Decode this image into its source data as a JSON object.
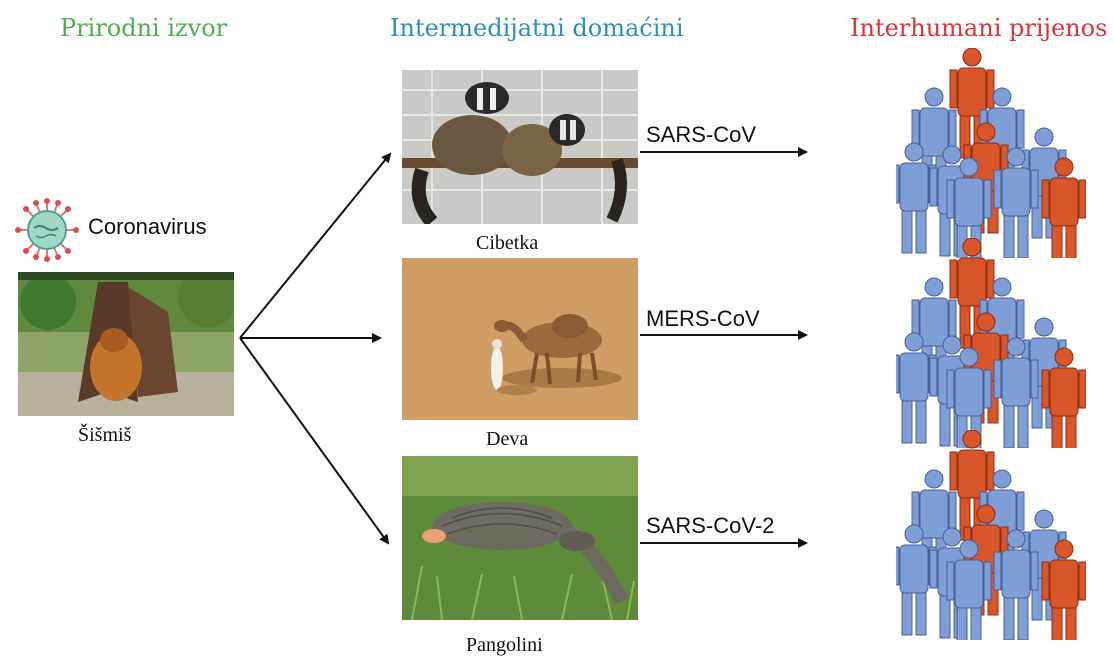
{
  "headers": {
    "source": "Prirodni izvor",
    "hosts": "Intermedijatni domaćini",
    "human": "Interhumani prijenos"
  },
  "source": {
    "virus_label": "Coronavirus",
    "animal_caption": "Šišmiš"
  },
  "hosts": [
    {
      "caption": "Cibetka",
      "virus": "SARS-CoV"
    },
    {
      "caption": "Deva",
      "virus": "MERS-CoV"
    },
    {
      "caption": "Pangolini",
      "virus": "SARS-CoV-2"
    }
  ],
  "colors": {
    "source_header": "#4caf50",
    "hosts_header": "#2b8fbf",
    "human_header": "#d8343a",
    "person_blue": "#7f9ed6",
    "person_red": "#d9562a"
  }
}
